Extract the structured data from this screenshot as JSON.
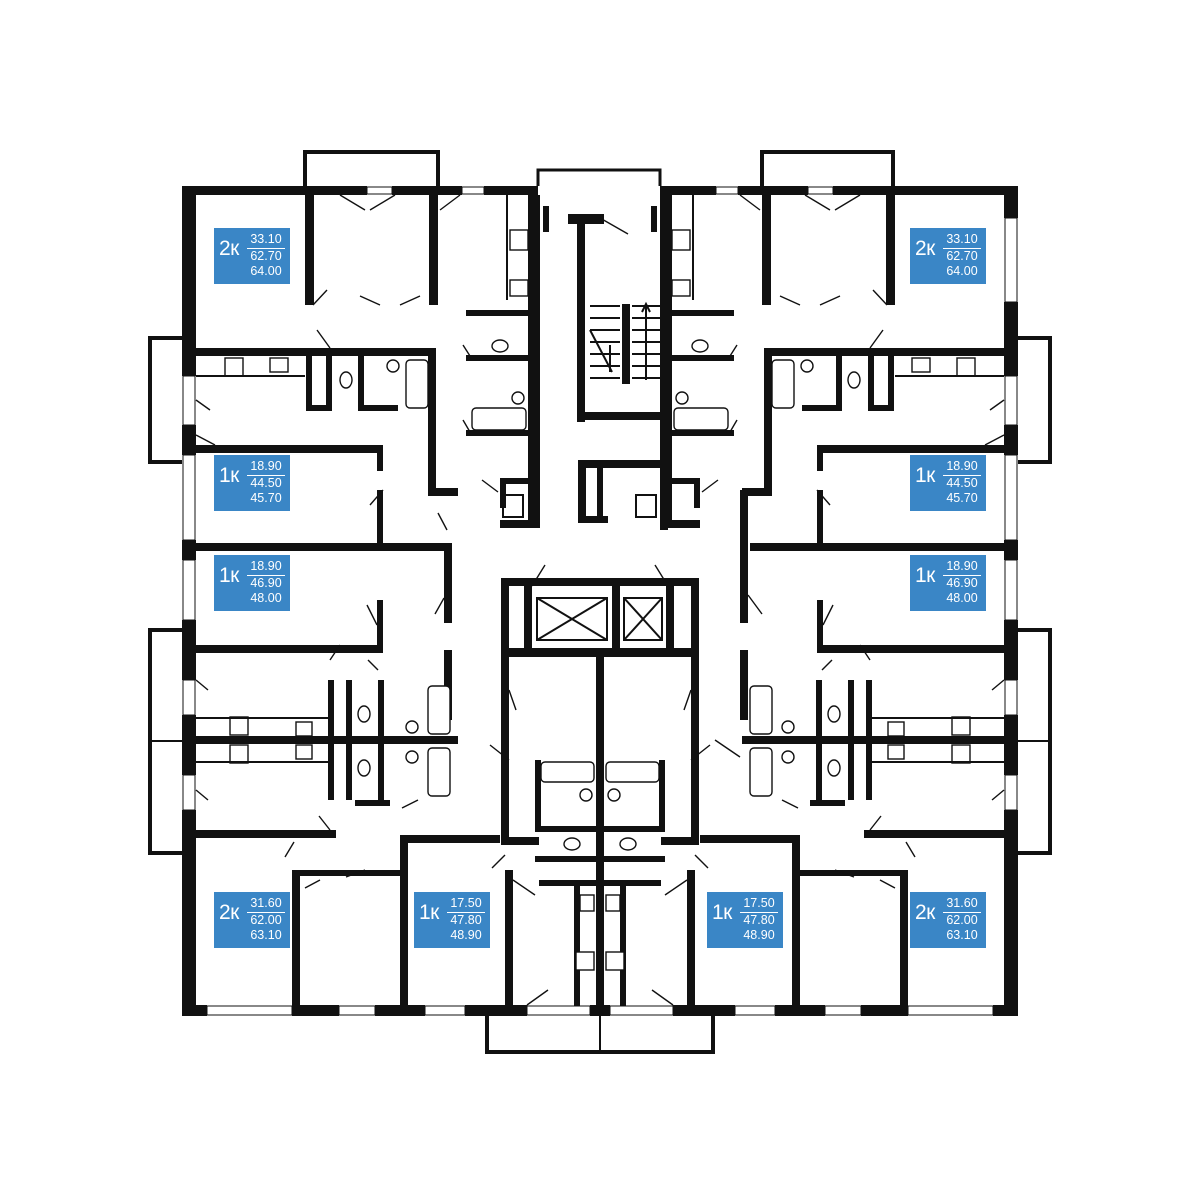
{
  "plan": {
    "colors": {
      "badge": "#3a86c6",
      "walls": "#111111",
      "background": "#ffffff"
    },
    "apartments": [
      {
        "id": "nw",
        "type": "2к",
        "living": "33.10",
        "total": "62.70",
        "total_with_balcony": "64.00"
      },
      {
        "id": "ne",
        "type": "2к",
        "living": "33.10",
        "total": "62.70",
        "total_with_balcony": "64.00"
      },
      {
        "id": "w1",
        "type": "1к",
        "living": "18.90",
        "total": "44.50",
        "total_with_balcony": "45.70"
      },
      {
        "id": "e1",
        "type": "1к",
        "living": "18.90",
        "total": "44.50",
        "total_with_balcony": "45.70"
      },
      {
        "id": "w2",
        "type": "1к",
        "living": "18.90",
        "total": "46.90",
        "total_with_balcony": "48.00"
      },
      {
        "id": "e2",
        "type": "1к",
        "living": "18.90",
        "total": "46.90",
        "total_with_balcony": "48.00"
      },
      {
        "id": "sw",
        "type": "2к",
        "living": "31.60",
        "total": "62.00",
        "total_with_balcony": "63.10"
      },
      {
        "id": "s1",
        "type": "1к",
        "living": "17.50",
        "total": "47.80",
        "total_with_balcony": "48.90"
      },
      {
        "id": "s2",
        "type": "1к",
        "living": "17.50",
        "total": "47.80",
        "total_with_balcony": "48.90"
      },
      {
        "id": "se",
        "type": "2к",
        "living": "31.60",
        "total": "62.00",
        "total_with_balcony": "63.10"
      }
    ]
  }
}
